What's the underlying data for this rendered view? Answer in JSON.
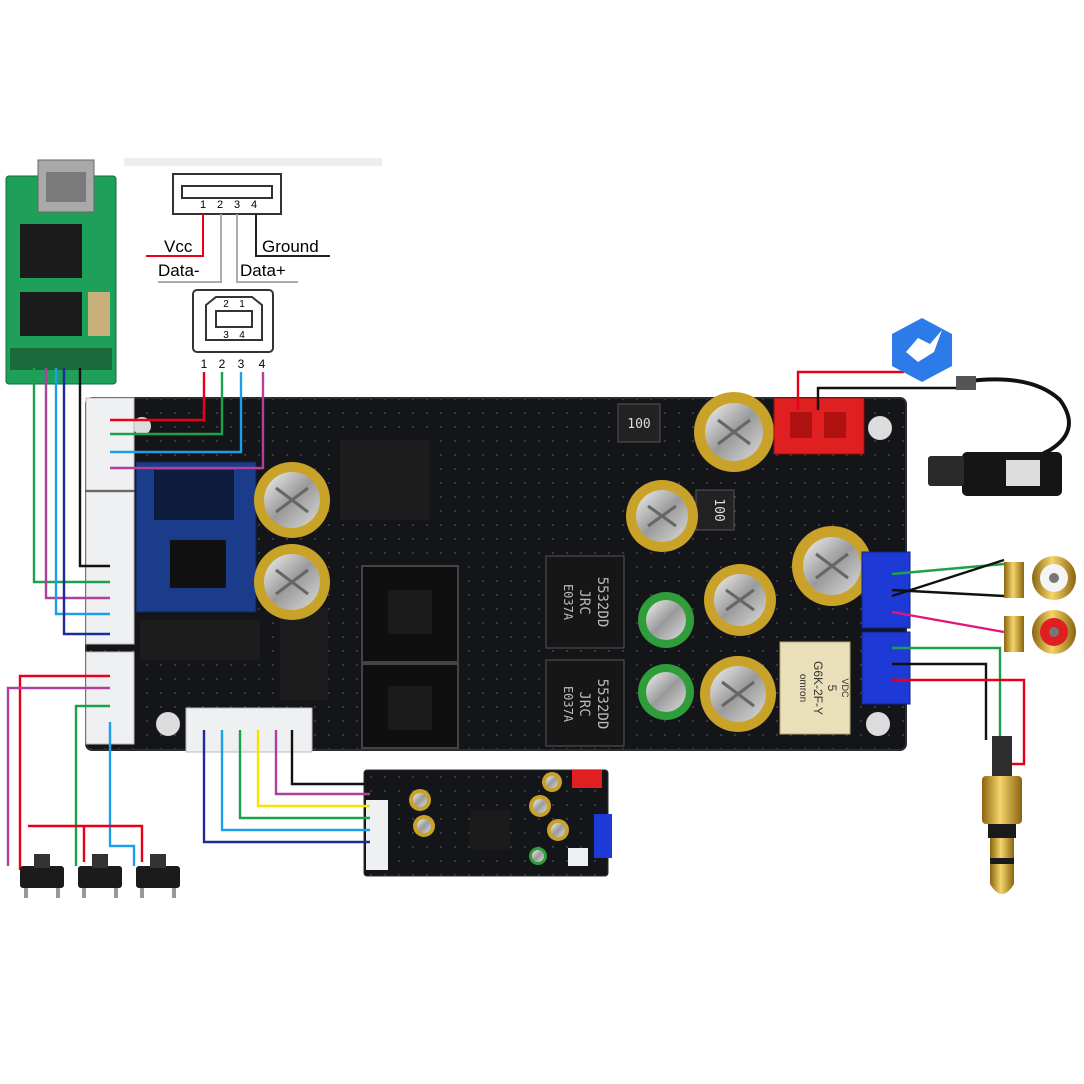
{
  "usb_a": {
    "pins": [
      "1",
      "2",
      "3",
      "4"
    ]
  },
  "usb_b": {
    "pins_top": [
      "2",
      "1"
    ],
    "pins_bottom": [
      "3",
      "4"
    ]
  },
  "usb_b_pin_row": [
    "1",
    "2",
    "3",
    "4"
  ],
  "labels": {
    "vcc": "Vcc",
    "ground": "Ground",
    "data_minus": "Data-",
    "data_plus": "Data+"
  },
  "board_text": {
    "inductor_top": "100",
    "inductor_mid": "100",
    "opamp_part": "5532DD",
    "opamp_brand": "JRC",
    "opamp_code": "E037A",
    "relay_brand": "omron",
    "relay_model": "G6K-2F-Y",
    "relay_volt": "5",
    "relay_unit": "VDC"
  },
  "colors": {
    "pcb": "#141518",
    "dac_pcb": "#1fa05a",
    "wire_red": "#e8001a",
    "wire_green": "#1ca04b",
    "wire_blue": "#1f9ee8",
    "wire_purple": "#b0409a",
    "wire_navy": "#1d2a9a",
    "wire_yellow": "#f5e400",
    "wire_black": "#111111",
    "terminal_blue": "#1e3ad6",
    "terminal_red": "#e02020",
    "capacitor_gold": "#c9a22a",
    "capacitor_green": "#2e9d3a"
  },
  "icons": [
    "usb-a-connector-icon",
    "usb-b-connector-icon",
    "tactile-switch-icon",
    "rca-jack-icon",
    "audio-plug-icon",
    "power-adapter-icon",
    "bluetooth-bird-icon"
  ]
}
